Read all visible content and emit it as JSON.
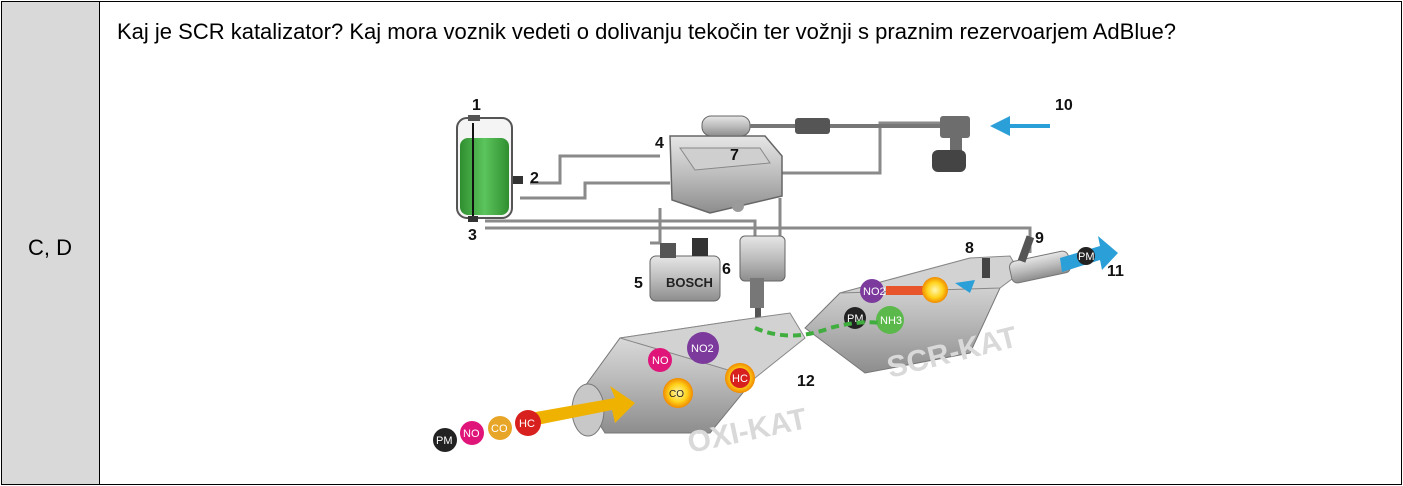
{
  "row": {
    "answer_tag": "C, D",
    "question": "Kaj je SCR katalizator? Kaj mora voznik vedeti o dolivanju tekočin ter vožnji s praznim rezervoarjem AdBlue?"
  },
  "figure": {
    "callouts": [
      "1",
      "2",
      "3",
      "4",
      "5",
      "6",
      "7",
      "8",
      "9",
      "10",
      "11",
      "12"
    ],
    "pump_brand": "BOSCH",
    "oxi_label": "OXI-KAT",
    "scr_label": "SCR-KAT",
    "balls": {
      "pm": "PM",
      "no": "NO",
      "co": "CO",
      "hc": "HC",
      "no2": "NO2",
      "nh3": "NH3"
    },
    "colors": {
      "adblue": "#3fae3f",
      "arrow_in": "#f0b200",
      "arrow_out": "#2a9fd8",
      "pm": "#222222",
      "no": "#e0157a",
      "co": "#e8a628",
      "hc": "#d8211f",
      "no2": "#7c3a9c",
      "nh3": "#5bb84a"
    }
  }
}
